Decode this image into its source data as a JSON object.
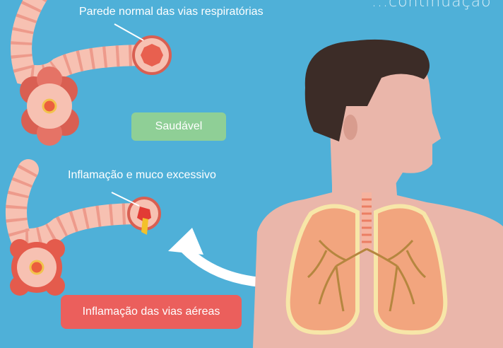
{
  "header": {
    "continuation": "...continuação"
  },
  "labels": {
    "healthy_wall": "Parede normal das vias respiratórias",
    "healthy_status": "Saudável",
    "inflamed_wall": "Inflamação e muco excessivo",
    "inflamed_status": "Inflamação das vias aéreas"
  },
  "colors": {
    "background": "#4fb0d8",
    "healthy_badge": "#8fcf96",
    "inflammation_badge": "#eb5f5c",
    "skin": "#eab6aa",
    "hair": "#3c2c27",
    "lung": "#f2a57e"
  }
}
